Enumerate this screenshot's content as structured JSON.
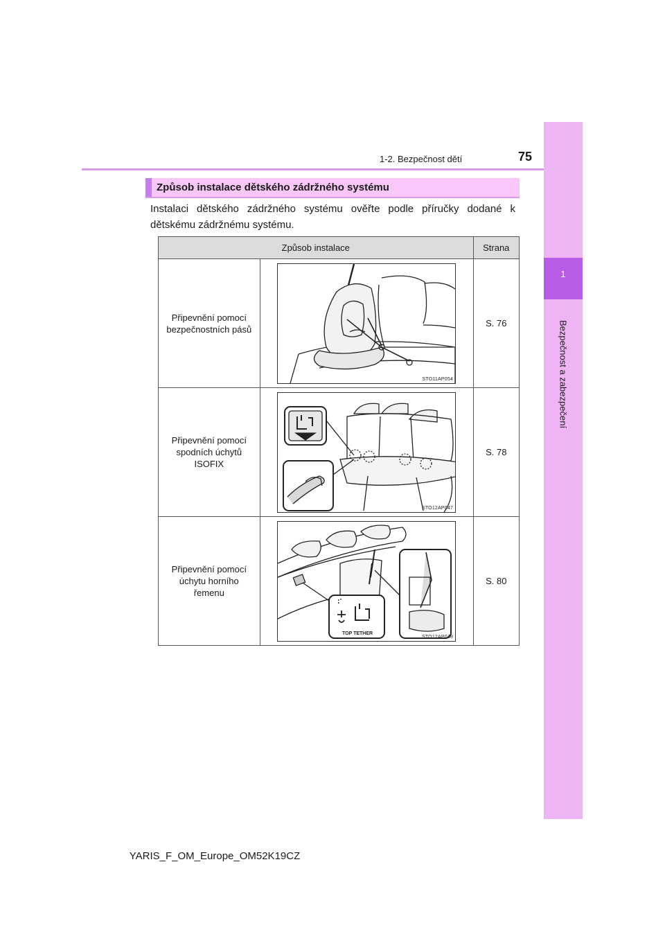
{
  "header": {
    "section": "1-2. Bezpečnost dětí",
    "page_number": "75"
  },
  "side_tab": {
    "chapter_number": "1",
    "chapter_title": "Bezpečnost a zabezpečení",
    "tab_color": "#eeb4f3",
    "active_color": "#b75ce6"
  },
  "section": {
    "title": "Způsob instalace dětského zádržného systému",
    "intro": "Instalaci dětského zádržného systému ověřte podle příručky dodané k dětskému zádržnému systému."
  },
  "table": {
    "columns": [
      "Způsob instalace",
      "Strana"
    ],
    "rows": [
      {
        "method": "Připevnění pomocí bezpečnostních pásů",
        "page": "S. 76",
        "figure_code": "STO11AP054"
      },
      {
        "method": "Připevnění pomocí spodních úchytů ISOFIX",
        "page": "S. 78",
        "figure_code": "STO12AP047"
      },
      {
        "method": "Připevnění pomocí úchytu horního řemenu",
        "page": "S. 80",
        "figure_code": "STO12AP048",
        "figure_label": "TOP TETHER"
      }
    ]
  },
  "footer": {
    "code": "YARIS_F_OM_Europe_OM52K19CZ"
  }
}
